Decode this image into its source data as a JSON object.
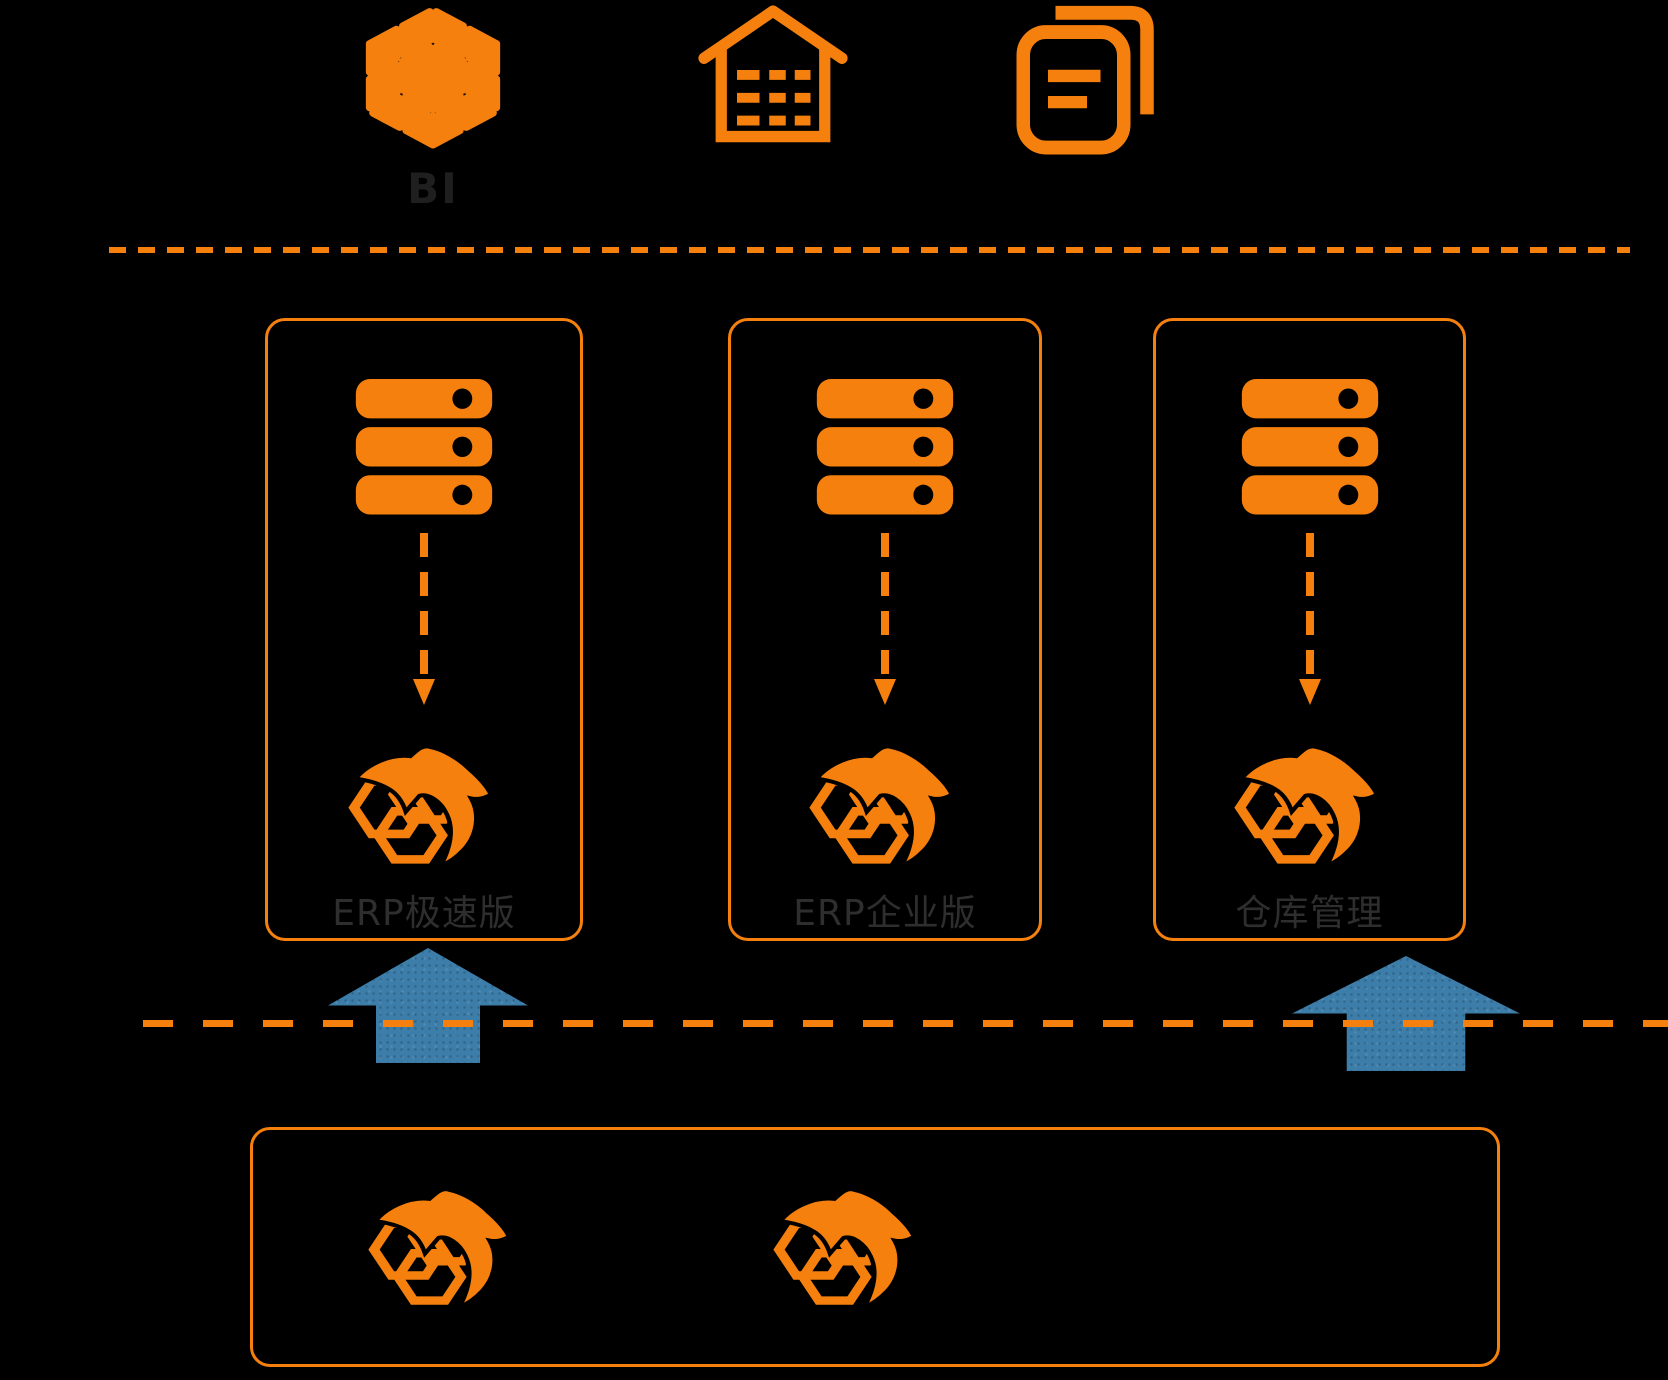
{
  "palette": {
    "orange": "#F5800E",
    "blue": "#3C7DA9",
    "box_label_color": "#2E2E2E",
    "bi_label_color": "#1F1F1F",
    "background": "#000000"
  },
  "top_row": {
    "bi": {
      "icon": "cube-icon",
      "label": "BI"
    },
    "warehouse": {
      "icon": "warehouse-icon"
    },
    "documents": {
      "icon": "documents-icon"
    }
  },
  "separators": [
    {
      "style": "dashed",
      "position": "below-top-icons"
    },
    {
      "style": "dashed",
      "position": "below-app-boxes"
    }
  ],
  "app_boxes": [
    {
      "label": "ERP极速版",
      "icons": [
        "server-stack-icon",
        "dashed-down-arrow",
        "dolphin-db-icon"
      ]
    },
    {
      "label": "ERP企业版",
      "icons": [
        "server-stack-icon",
        "dashed-down-arrow",
        "dolphin-db-icon"
      ]
    },
    {
      "label": "仓库管理",
      "icons": [
        "server-stack-icon",
        "dashed-down-arrow",
        "dolphin-db-icon"
      ]
    }
  ],
  "flow_arrows": [
    {
      "direction": "up",
      "color": "#3C7DA9",
      "under_box": "ERP极速版"
    },
    {
      "direction": "up",
      "color": "#3C7DA9",
      "under_box": "仓库管理"
    }
  ],
  "bottom_box": {
    "icons": [
      "dolphin-db-icon",
      "dolphin-db-icon"
    ]
  }
}
